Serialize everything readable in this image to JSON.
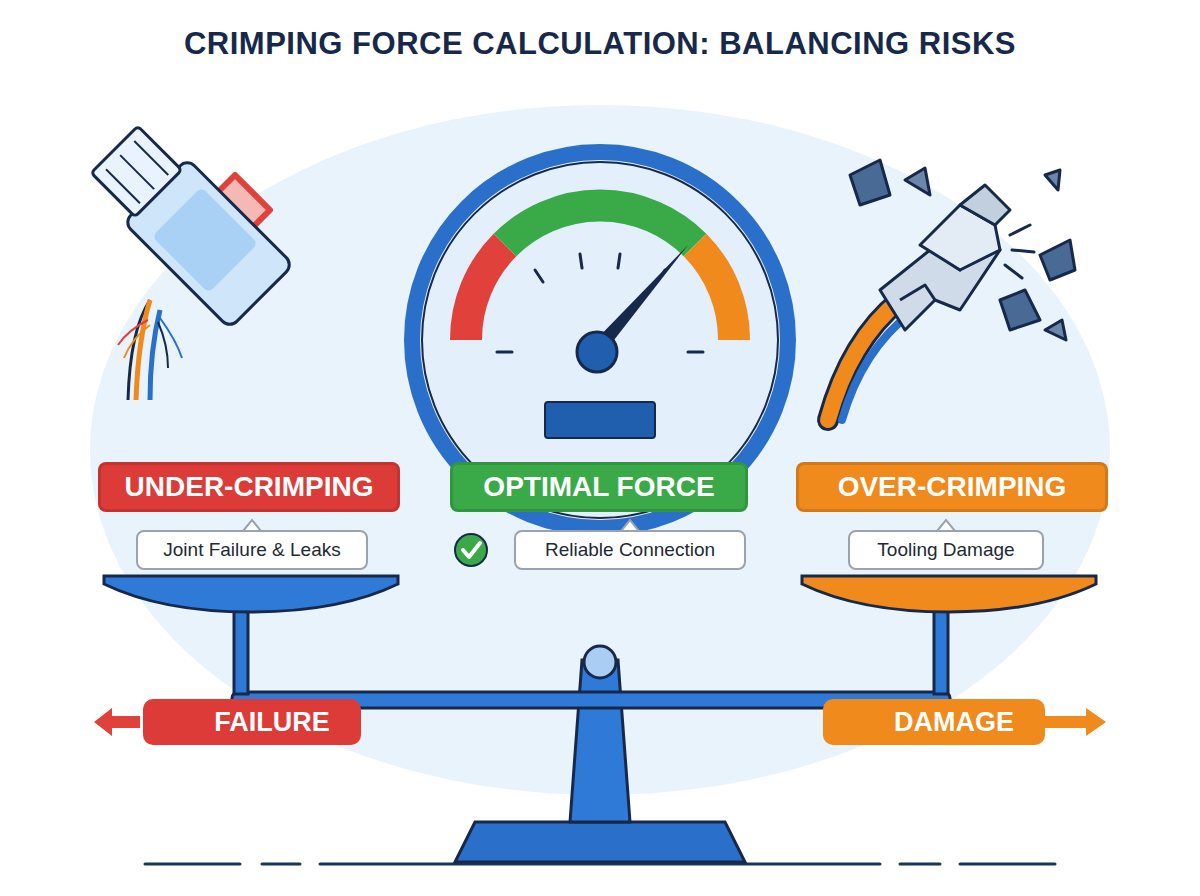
{
  "diagram": {
    "title": "CRIMPING FORCE CALCULATION: BALANCING RISKS",
    "nodes": [
      {
        "text": [
          "UNDER-CRIMPING"
        ]
      },
      {
        "text": [
          "Joint Failure & Leaks"
        ]
      },
      {
        "text": [
          "OPTIMAL FORCE"
        ]
      },
      {
        "text": [
          "Reliable Connection"
        ]
      },
      {
        "text": [
          "OVER-CRIMPING"
        ]
      },
      {
        "text": [
          "Tooling Damage"
        ]
      },
      {
        "text": [
          "FAILURE"
        ]
      },
      {
        "text": [
          "DAMAGE"
        ]
      }
    ]
  }
}
